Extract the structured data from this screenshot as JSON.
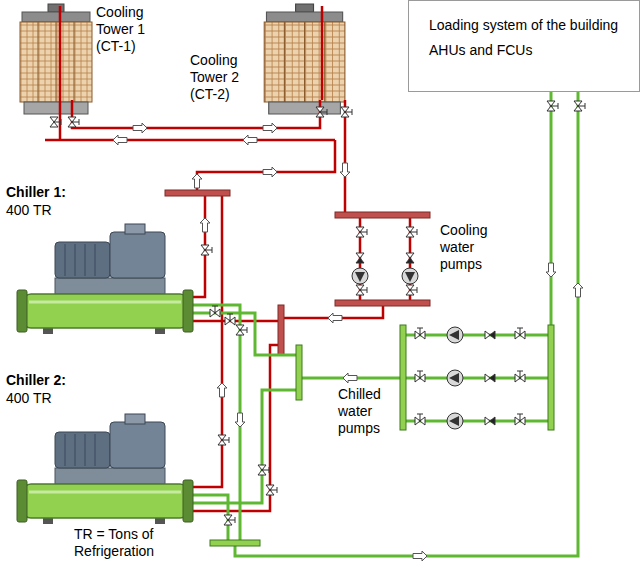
{
  "diagram": {
    "nodes": [
      {
        "text": [
          "Loading system of the building",
          "AHUs and FCUs"
        ]
      }
    ],
    "labels": [
      "Cooling Tower 1 (CT-1)",
      "Cooling Tower 2 (CT-2)",
      "Chiller 1:",
      "400 TR",
      "Chiller 2:",
      "400 TR",
      "Cooling water pumps",
      "Chilled water pumps",
      "TR = Tons of Refrigeration"
    ]
  }
}
